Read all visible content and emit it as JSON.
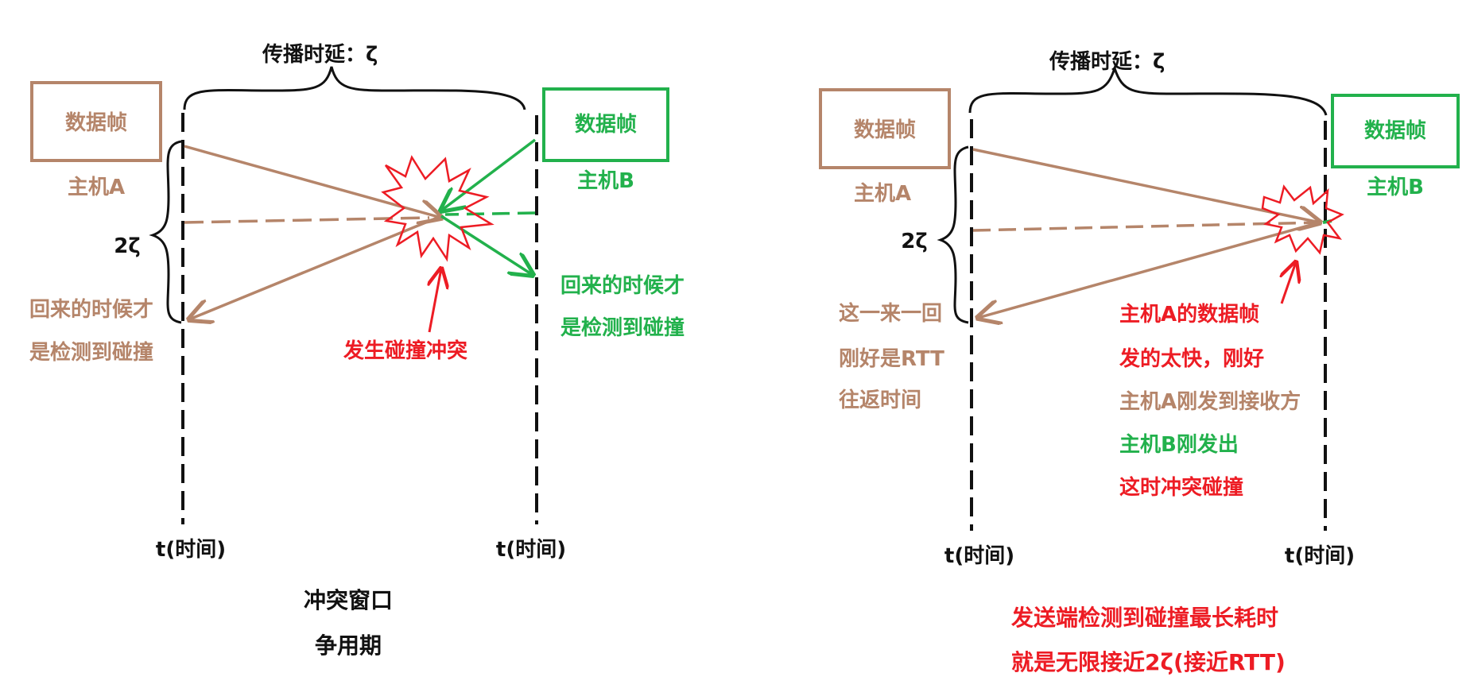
{
  "colors": {
    "host_a": "#b5856a",
    "host_b": "#22b14c",
    "collision": "#ed1c24",
    "ink": "#111111"
  },
  "left_diagram": {
    "propagation_delay": "传播时延：ζ",
    "frame_a": "数据帧",
    "frame_b": "数据帧",
    "host_a": "主机A",
    "host_b": "主机B",
    "two_tau": "2ζ",
    "a_detect_line1": "回来的时候才",
    "a_detect_line2": "是检测到碰撞",
    "b_detect_line1": "回来的时候才",
    "b_detect_line2": "是检测到碰撞",
    "collision": "发生碰撞冲突",
    "time_a": "t(时间)",
    "time_b": "t(时间)",
    "caption_line1": "冲突窗口",
    "caption_line2": "争用期"
  },
  "right_diagram": {
    "propagation_delay": "传播时延：ζ",
    "frame_a": "数据帧",
    "frame_b": "数据帧",
    "host_a": "主机A",
    "host_b": "主机B",
    "two_tau": "2ζ",
    "rtt_line1": "这一来一回",
    "rtt_line2": "刚好是RTT",
    "rtt_line3": "往返时间",
    "note_line1": "主机A的数据帧",
    "note_line2": "发的太快，刚好",
    "note_line3": "主机A刚发到接收方",
    "note_line4": "主机B刚发出",
    "note_line5": "这时冲突碰撞",
    "time_a": "t(时间)",
    "time_b": "t(时间)",
    "caption_line1": "发送端检测到碰撞最长耗时",
    "caption_line2": "就是无限接近2ζ(接近RTT)"
  }
}
